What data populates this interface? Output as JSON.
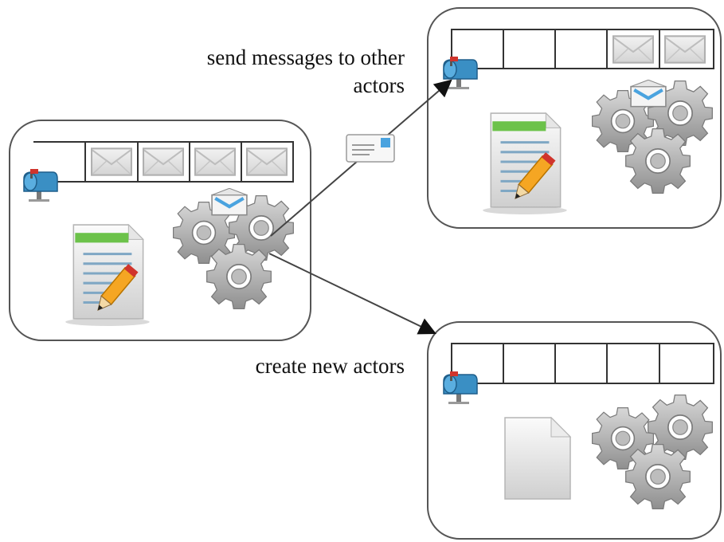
{
  "labels": {
    "send_messages": [
      "send messages to other",
      "actors"
    ],
    "create_new_actors": "create new actors"
  },
  "actors": [
    {
      "id": "source-actor",
      "mailbox_messages": 4,
      "mailbox_slots": 5,
      "state": "edited-document"
    },
    {
      "id": "receiver-actor",
      "mailbox_messages": 2,
      "mailbox_slots": 5,
      "state": "edited-document"
    },
    {
      "id": "new-actor",
      "mailbox_messages": 0,
      "mailbox_slots": 5,
      "state": "blank-document"
    }
  ],
  "icons": [
    "mailbox-icon",
    "envelope-icon",
    "document-icon",
    "pencil-icon",
    "gears-icon",
    "blank-document-icon"
  ],
  "colors": {
    "box_stroke": "#555555",
    "mailbox_blue": "#3a8fc4",
    "doc_header_green": "#6cc24a",
    "pencil_orange": "#f5a623",
    "gear_gray": "#9a9a9a",
    "envelope_blue": "#4aa3df"
  }
}
